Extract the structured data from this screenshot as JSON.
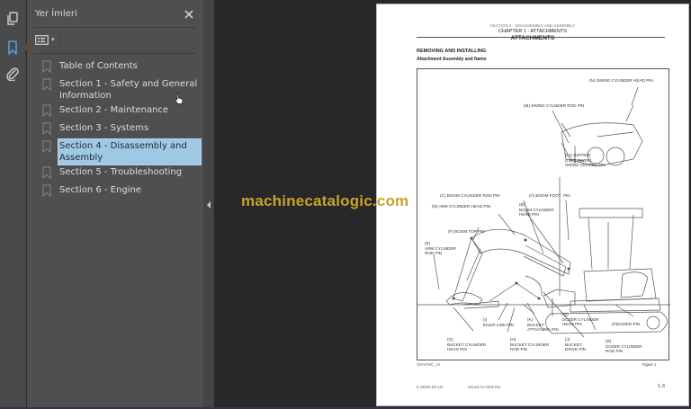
{
  "toolrail": {
    "items": [
      {
        "name": "pages-icon",
        "active": false
      },
      {
        "name": "bookmark-icon",
        "active": true
      },
      {
        "name": "attachment-icon",
        "active": false
      }
    ]
  },
  "bookmarks_panel": {
    "title": "Yer İmleri",
    "close_glyph": "✕",
    "options_glyph": "▾",
    "items": [
      {
        "label": "Table of Contents",
        "selected": false
      },
      {
        "label": "Section 1 - Safety and General Information",
        "selected": false
      },
      {
        "label": "Section 2 - Maintenance",
        "selected": false
      },
      {
        "label": "Section 3 - Systems",
        "selected": false
      },
      {
        "label": "Section 4 - Disassembly and Assembly",
        "selected": true
      },
      {
        "label": "Section 5 - Troubleshooting",
        "selected": false
      },
      {
        "label": "Section 6 - Engine",
        "selected": false
      }
    ]
  },
  "viewer": {
    "watermark": "machinecatalogic.com",
    "colors": {
      "watermark": "#c9a227",
      "selection": "#9fc8e3",
      "panel_bg": "#4f4f4f",
      "viewer_bg": "#282828"
    }
  },
  "page": {
    "header_section": "SECTION 4 - DISASSEMBLY AND ASSEMBLY",
    "header_chapter": "CHAPTER 1 - ATTACHMENTS",
    "title": "ATTACHMENTS",
    "subtitle": "REMOVING AND INSTALLING",
    "figure_title": "Attachment Assembly and Name",
    "labels": {
      "N": "(N) SWING CYLINDER HEAD PIN",
      "M": "(M) SWING CYLNDER ROD PIN",
      "L": "(L1) (UPPER)\n(L2) (LOWER)\nSWING CENTER PIN",
      "C": "(C) BOOM CYLINDER ROD PIN",
      "A": "(A) BOOM FOOT  PIN",
      "D": "(D) ARM CYLINDER HEAD PIN",
      "B": "(B)\nBOOM CYLINDER\nHEAD PIN",
      "F": "(F) BOOM TOP PIN",
      "E": "(E)\nARM CYLINDER\nROD PIN",
      "I": "(I)\nIDLER LINK PIN",
      "K": "(K)\nBUCKET\nATTACHING PIN",
      "Q": "(Q)\nDOZER CYLINDER\nHEAD PIN",
      "P": "(P)DOZER PIN",
      "G": "(G)\nBUCKET CYLINDER\nHEAD PIN",
      "H": "(H)\nBUCKET CYLINDER\nROD PIN",
      "J": "(J)\nBUCKET\nDRIVE PIN",
      "R": "(R)\nDOZER CYLINDER\nROD PIN"
    },
    "graphic_id": "GRAPHIC_10",
    "figure_label": "Figure 1",
    "footer_doc": "5-15840 EN-US",
    "footer_issued": "Issued 01-2008   Bur",
    "page_number": "1-3"
  }
}
